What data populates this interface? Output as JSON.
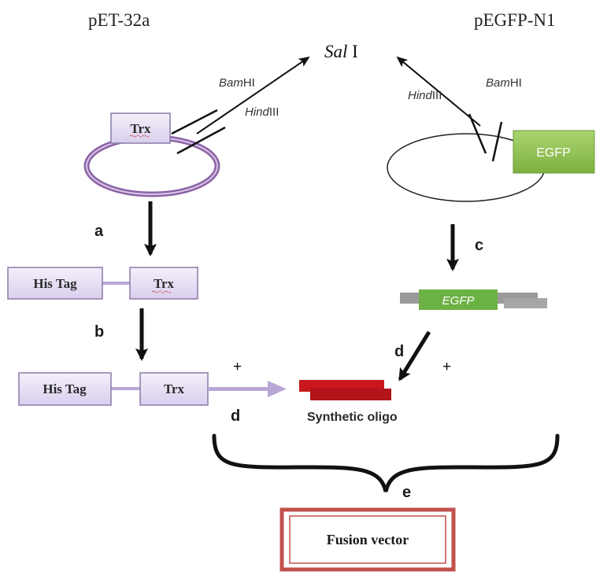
{
  "plasmids": {
    "left_name": "pET-32a",
    "right_name": "pEGFP-N1"
  },
  "sal_site": {
    "italic": "Sal",
    "suffix": " I"
  },
  "enzymes": {
    "left_bam": {
      "italic": "Bam",
      "rest": "HI"
    },
    "left_hind": {
      "italic": "Hind",
      "rest": "III"
    },
    "right_hind": {
      "italic": "Hind",
      "rest": "III"
    },
    "right_bam": {
      "italic": "Bam",
      "rest": "HI"
    }
  },
  "genes": {
    "trx": "Trx",
    "his_tag": "His Tag",
    "egfp": "EGFP",
    "egfp_fragment": "EGFP"
  },
  "steps": {
    "a": "a",
    "b": "b",
    "c": "c",
    "d_left": "d",
    "d_right": "d",
    "e": "e"
  },
  "plus_signs": {
    "left": "+",
    "right": "+"
  },
  "oligo_label": "Synthetic oligo",
  "result_label": "Fusion vector",
  "colors": {
    "box_fill": "#e4ddf1",
    "box_stroke": "#8c7aa8",
    "ring_purple": "#8b63a6",
    "egfp_green": "#8fbf4f",
    "egfp_fragment_green": "#6cb144",
    "fragment_grey": "#9a9a9a",
    "oligo_red": "#c8171d",
    "fusion_border": "#c0504d",
    "connector_lilac": "#b8a7d4"
  }
}
